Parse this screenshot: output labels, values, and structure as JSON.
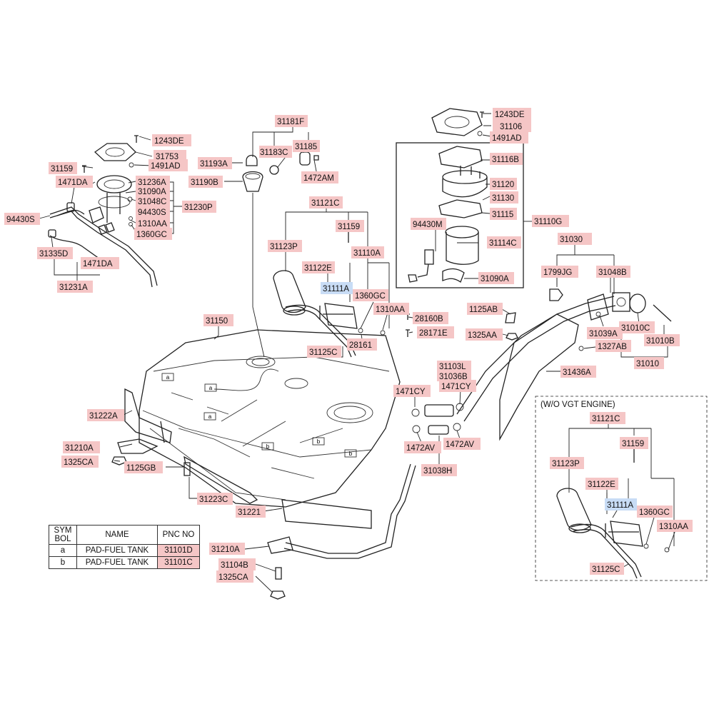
{
  "labels": [
    {
      "text": "31181F",
      "variant": "red"
    },
    {
      "text": "1243DE",
      "variant": "red"
    },
    {
      "text": "31106",
      "variant": "red"
    },
    {
      "text": "1491AD",
      "variant": "red"
    },
    {
      "text": "1243DE",
      "variant": "red"
    },
    {
      "text": "31753",
      "variant": "red"
    },
    {
      "text": "1491AD",
      "variant": "red"
    },
    {
      "text": "31159",
      "variant": "red"
    },
    {
      "text": "1471DA",
      "variant": "red"
    },
    {
      "text": "31236A",
      "variant": "red"
    },
    {
      "text": "31090A",
      "variant": "red"
    },
    {
      "text": "31048C",
      "variant": "red"
    },
    {
      "text": "94430S",
      "variant": "red"
    },
    {
      "text": "1310AA",
      "variant": "red"
    },
    {
      "text": "1360GC",
      "variant": "red"
    },
    {
      "text": "31230P",
      "variant": "red"
    },
    {
      "text": "94430S",
      "variant": "red"
    },
    {
      "text": "31335D",
      "variant": "red"
    },
    {
      "text": "1471DA",
      "variant": "red"
    },
    {
      "text": "31231A",
      "variant": "red"
    },
    {
      "text": "31193A",
      "variant": "red"
    },
    {
      "text": "31183C",
      "variant": "red"
    },
    {
      "text": "31185",
      "variant": "red"
    },
    {
      "text": "1472AM",
      "variant": "red"
    },
    {
      "text": "31190B",
      "variant": "red"
    },
    {
      "text": "31116B",
      "variant": "red"
    },
    {
      "text": "31120",
      "variant": "red"
    },
    {
      "text": "31130",
      "variant": "red"
    },
    {
      "text": "31115",
      "variant": "red"
    },
    {
      "text": "31110G",
      "variant": "red"
    },
    {
      "text": "94430M",
      "variant": "red"
    },
    {
      "text": "31114C",
      "variant": "red"
    },
    {
      "text": "31090A",
      "variant": "red"
    },
    {
      "text": "31121C",
      "variant": "red"
    },
    {
      "text": "31159",
      "variant": "red"
    },
    {
      "text": "31123P",
      "variant": "red"
    },
    {
      "text": "31110A",
      "variant": "red"
    },
    {
      "text": "31122E",
      "variant": "red"
    },
    {
      "text": "31111A",
      "variant": "blue"
    },
    {
      "text": "1360GC",
      "variant": "red"
    },
    {
      "text": "1310AA",
      "variant": "red"
    },
    {
      "text": "28160B",
      "variant": "red"
    },
    {
      "text": "28171E",
      "variant": "red"
    },
    {
      "text": "28161",
      "variant": "red"
    },
    {
      "text": "31125C",
      "variant": "red"
    },
    {
      "text": "31030",
      "variant": "red"
    },
    {
      "text": "1799JG",
      "variant": "red"
    },
    {
      "text": "31048B",
      "variant": "red"
    },
    {
      "text": "1125AB",
      "variant": "red"
    },
    {
      "text": "1325AA",
      "variant": "red"
    },
    {
      "text": "31039A",
      "variant": "red"
    },
    {
      "text": "31010C",
      "variant": "red"
    },
    {
      "text": "31010B",
      "variant": "red"
    },
    {
      "text": "1327AB",
      "variant": "red"
    },
    {
      "text": "31010",
      "variant": "red"
    },
    {
      "text": "31436A",
      "variant": "red"
    },
    {
      "text": "31150",
      "variant": "red"
    },
    {
      "text": "31103L",
      "variant": "red"
    },
    {
      "text": "31036B",
      "variant": "red"
    },
    {
      "text": "1471CY",
      "variant": "red"
    },
    {
      "text": "1471CY",
      "variant": "red"
    },
    {
      "text": "1472AV",
      "variant": "red"
    },
    {
      "text": "1472AV",
      "variant": "red"
    },
    {
      "text": "31038H",
      "variant": "red"
    },
    {
      "text": "31222A",
      "variant": "red"
    },
    {
      "text": "31210A",
      "variant": "red"
    },
    {
      "text": "1325CA",
      "variant": "red"
    },
    {
      "text": "1125GB",
      "variant": "red"
    },
    {
      "text": "31223C",
      "variant": "red"
    },
    {
      "text": "31221",
      "variant": "red"
    },
    {
      "text": "31210A",
      "variant": "red"
    },
    {
      "text": "31104B",
      "variant": "red"
    },
    {
      "text": "1325CA",
      "variant": "red"
    },
    {
      "text": "31121C",
      "variant": "red"
    },
    {
      "text": "31159",
      "variant": "red"
    },
    {
      "text": "31123P",
      "variant": "red"
    },
    {
      "text": "31122E",
      "variant": "red"
    },
    {
      "text": "31111A",
      "variant": "blue"
    },
    {
      "text": "1360GC",
      "variant": "red"
    },
    {
      "text": "1310AA",
      "variant": "red"
    },
    {
      "text": "31125C",
      "variant": "red"
    }
  ],
  "inset": {
    "title": "(W/O VGT ENGINE)"
  },
  "legend": {
    "headers": [
      "SYM BOL",
      "NAME",
      "PNC NO"
    ],
    "rows": [
      {
        "symbol": "a",
        "name": "PAD-FUEL TANK",
        "pnc": "31101D"
      },
      {
        "symbol": "b",
        "name": "PAD-FUEL TANK",
        "pnc": "31101C"
      }
    ]
  },
  "tank_marks": [
    "a",
    "a",
    "a",
    "b",
    "b",
    "b"
  ],
  "colors": {
    "label_red": "#f5c6c6",
    "label_blue": "#c8dcf5",
    "line": "#222222"
  }
}
